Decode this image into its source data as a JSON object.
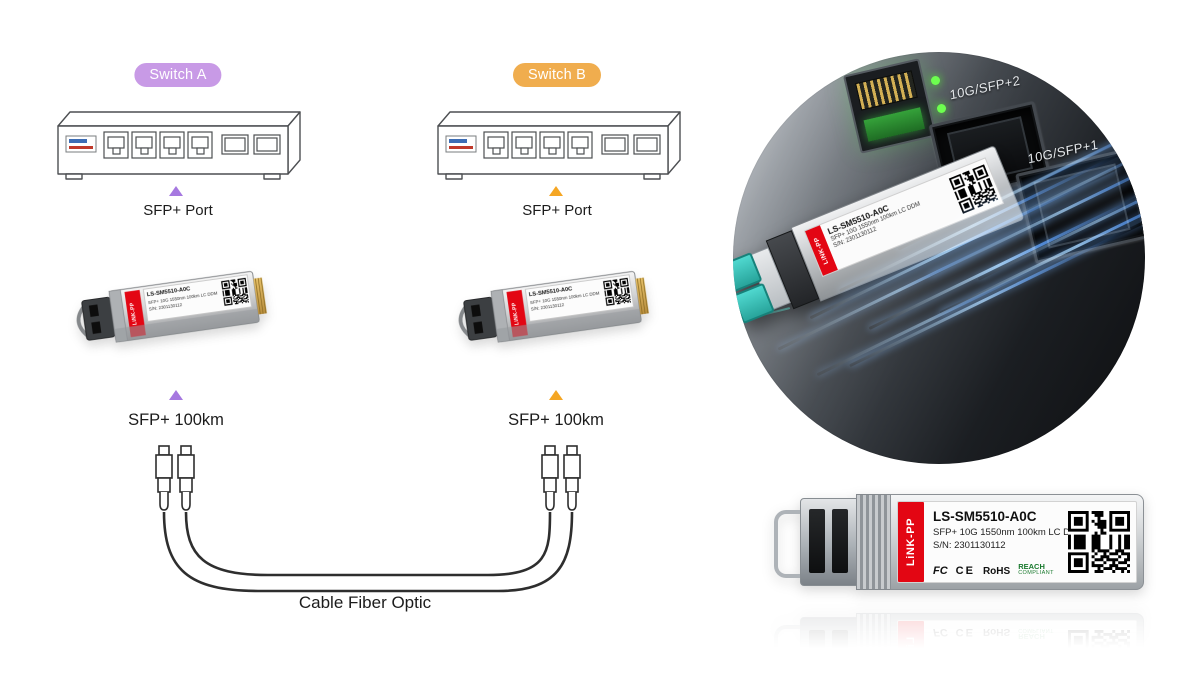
{
  "brand": {
    "name": "LiNK-PP",
    "red": "#e30613"
  },
  "diagram": {
    "switch_a": {
      "badge": "Switch A",
      "badge_color": "#c89ae6",
      "arrow_color": "#a678e0",
      "port_label": "SFP+ Port",
      "module_label": "SFP+ 100km"
    },
    "switch_b": {
      "badge": "Switch B",
      "badge_color": "#f0ad4e",
      "arrow_color": "#f5a623",
      "port_label": "SFP+ Port",
      "module_label": "SFP+ 100km"
    },
    "cable_label": "Cable Fiber Optic"
  },
  "photo": {
    "port_label_top": "10G/SFP+2",
    "port_label_bottom": "10G/SFP+1"
  },
  "product": {
    "model": "LS-SM5510-A0C",
    "description": "SFP+ 10G 1550nm 100km LC DDM",
    "serial": "S/N: 2301130112",
    "marks": {
      "fcc": "FC",
      "ce": "CE",
      "rohs": "RoHS",
      "reach": "REACH",
      "compliant": "COMPLIANT"
    }
  }
}
